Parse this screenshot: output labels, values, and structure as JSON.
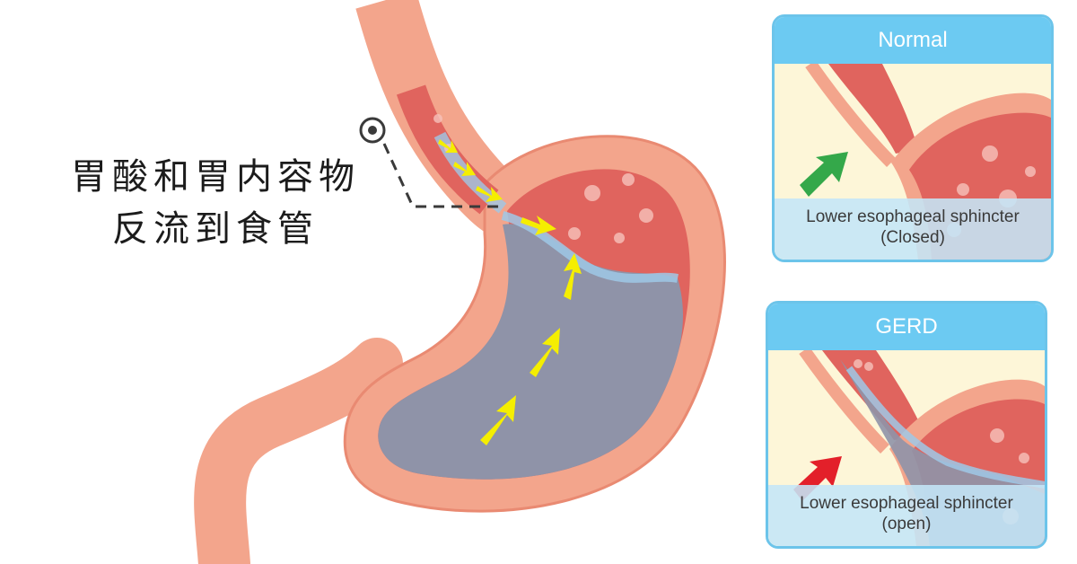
{
  "callout": {
    "line1": "胃酸和胃内容物",
    "line2": "反流到食管"
  },
  "panels": {
    "normal": {
      "title": "Normal",
      "caption_line1": "Lower esophageal sphincter",
      "caption_line2": "(Closed)",
      "arrow_color": "#34a84a"
    },
    "gerd": {
      "title": "GERD",
      "caption_line1": "Lower esophageal sphincter",
      "caption_line2": "(open)",
      "arrow_color": "#e3202a"
    }
  },
  "colors": {
    "stomach_wall": "#f3a58c",
    "stomach_inner": "#e0645e",
    "acid_fluid": "#8f93a8",
    "reflux_arrows": "#f5ee00",
    "panel_header": "#6ccaf2",
    "panel_caption_bg": "#c4e6f7"
  }
}
